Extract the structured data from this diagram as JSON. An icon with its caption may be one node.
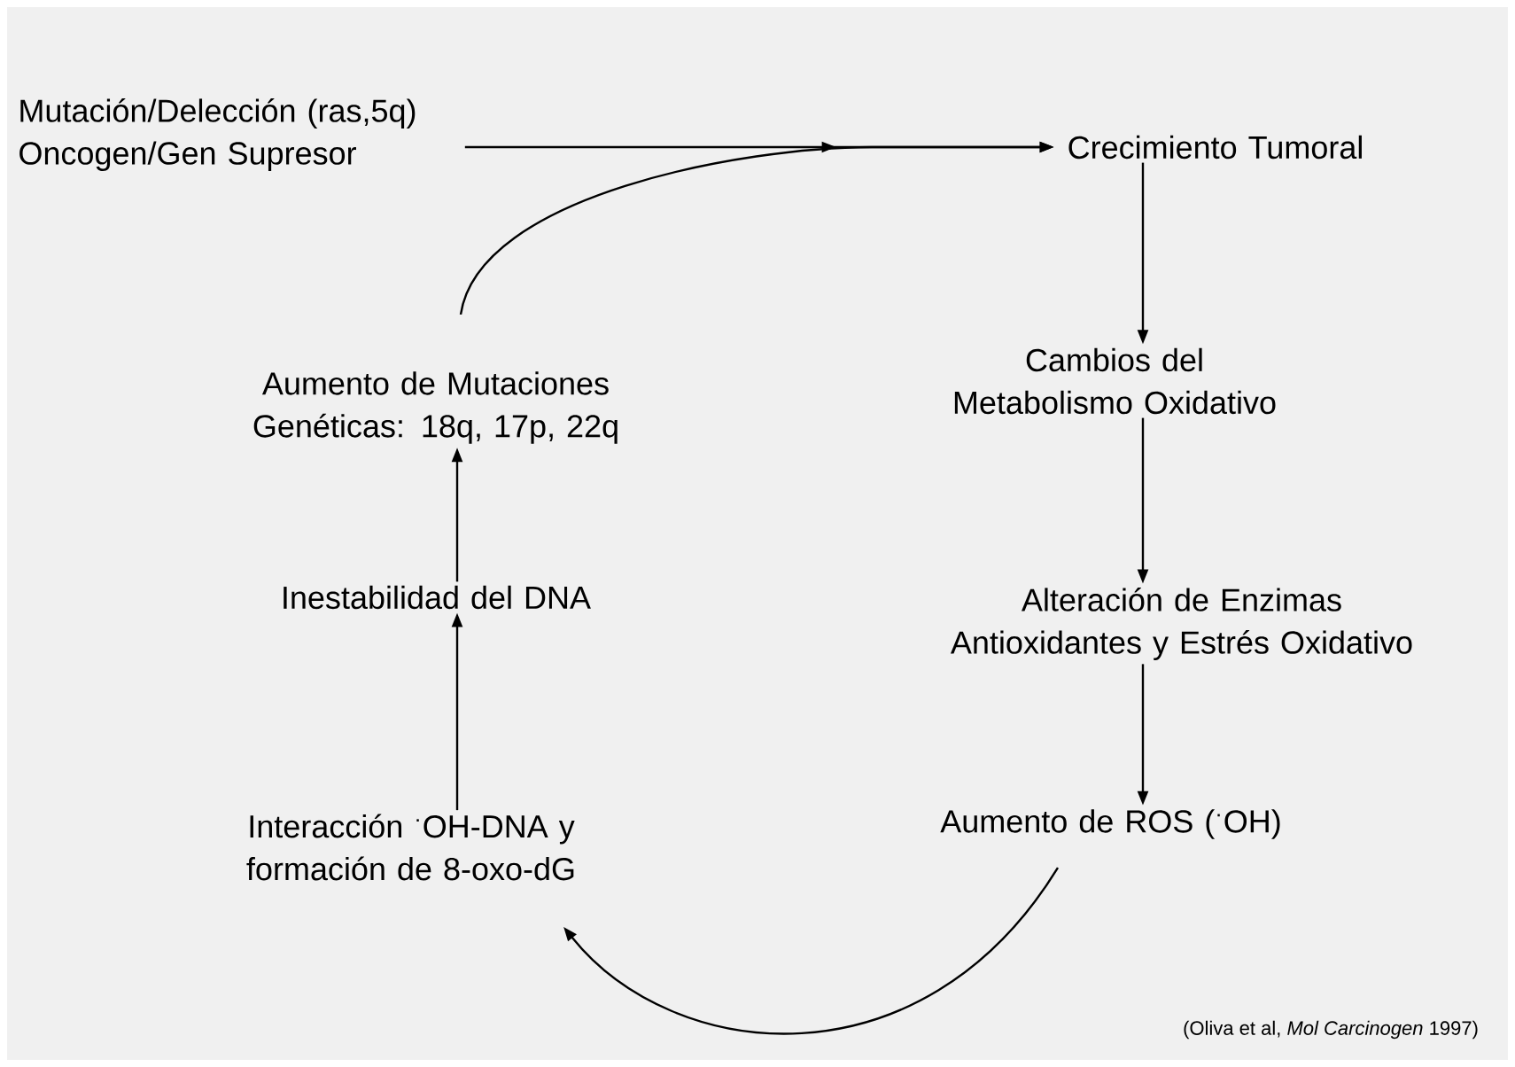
{
  "diagram": {
    "nodes": [
      {
        "text": [
          "Mutación/Delección (ras,5q) Oncogen/Gen Supresor"
        ]
      },
      {
        "text": [
          "Crecimiento Tumoral"
        ]
      },
      {
        "text": [
          "Cambios del Metabolismo Oxidativo"
        ]
      },
      {
        "text": [
          "Alteración de Enzimas Antioxidantes y Estrés Oxidativo"
        ]
      },
      {
        "text": [
          "Aumento de ROS ($^{·}$OH)"
        ]
      },
      {
        "text": [
          "Interacción $^{·}$OH-DNA y formación de 8-oxo-dG"
        ]
      },
      {
        "text": [
          "Inestabilidad del DNA"
        ]
      },
      {
        "text": [
          "Aumento de Mutaciones Genéticas: 18q, 17p, 22q"
        ]
      }
    ],
    "edges": [
      {
        "from": 0,
        "to": 1,
        "arrow": "to"
      },
      {
        "from": 1,
        "to": 2,
        "arrow": "to"
      },
      {
        "from": 2,
        "to": 3,
        "arrow": "to"
      },
      {
        "from": 3,
        "to": 4,
        "arrow": "to"
      },
      {
        "from": 4,
        "to": 5,
        "arrow": "to"
      },
      {
        "from": 5,
        "to": 6,
        "arrow": "to"
      },
      {
        "from": 6,
        "to": 7,
        "arrow": "to"
      },
      {
        "from": 7,
        "to": 1,
        "arrow": "to"
      }
    ],
    "labels": [
      "(Oliva et al, *Mol Carcinogen* 1997)"
    ]
  }
}
